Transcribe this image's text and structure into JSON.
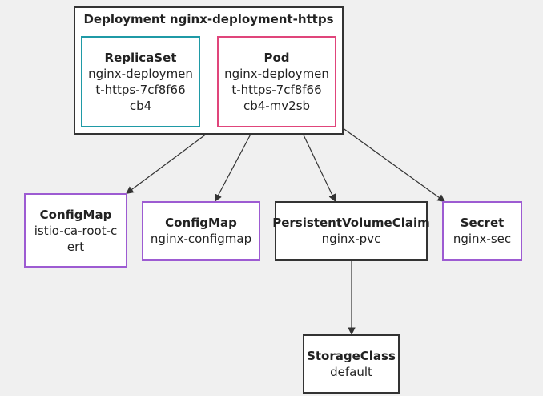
{
  "deployment": {
    "title": "Deployment nginx-deployment-https"
  },
  "replicaset": {
    "kind": "ReplicaSet",
    "name_lines": [
      "nginx-deploymen",
      "t-https-7cf8f66",
      "cb4"
    ]
  },
  "pod": {
    "kind": "Pod",
    "name_lines": [
      "nginx-deploymen",
      "t-https-7cf8f66",
      "cb4-mv2sb"
    ]
  },
  "configmap_root_cert": {
    "kind": "ConfigMap",
    "name_lines": [
      "istio-ca-root-c",
      "ert"
    ]
  },
  "configmap_nginx": {
    "kind": "ConfigMap",
    "name": "nginx-configmap"
  },
  "pvc": {
    "kind": "PersistentVolumeClaim",
    "name": "nginx-pvc"
  },
  "secret": {
    "kind": "Secret",
    "name": "nginx-sec"
  },
  "storageclass": {
    "kind": "StorageClass",
    "name": "default"
  },
  "colors": {
    "background": "#f0f0f0",
    "replicaset_border": "#1f9aa6",
    "pod_border": "#e0457b",
    "configmap_secret_border": "#9d5bd2",
    "default_border": "#333333"
  },
  "edges": [
    {
      "from": "pod",
      "to": "configmap_root_cert"
    },
    {
      "from": "pod",
      "to": "configmap_nginx"
    },
    {
      "from": "pod",
      "to": "pvc"
    },
    {
      "from": "pod",
      "to": "secret"
    },
    {
      "from": "pvc",
      "to": "storageclass"
    }
  ]
}
